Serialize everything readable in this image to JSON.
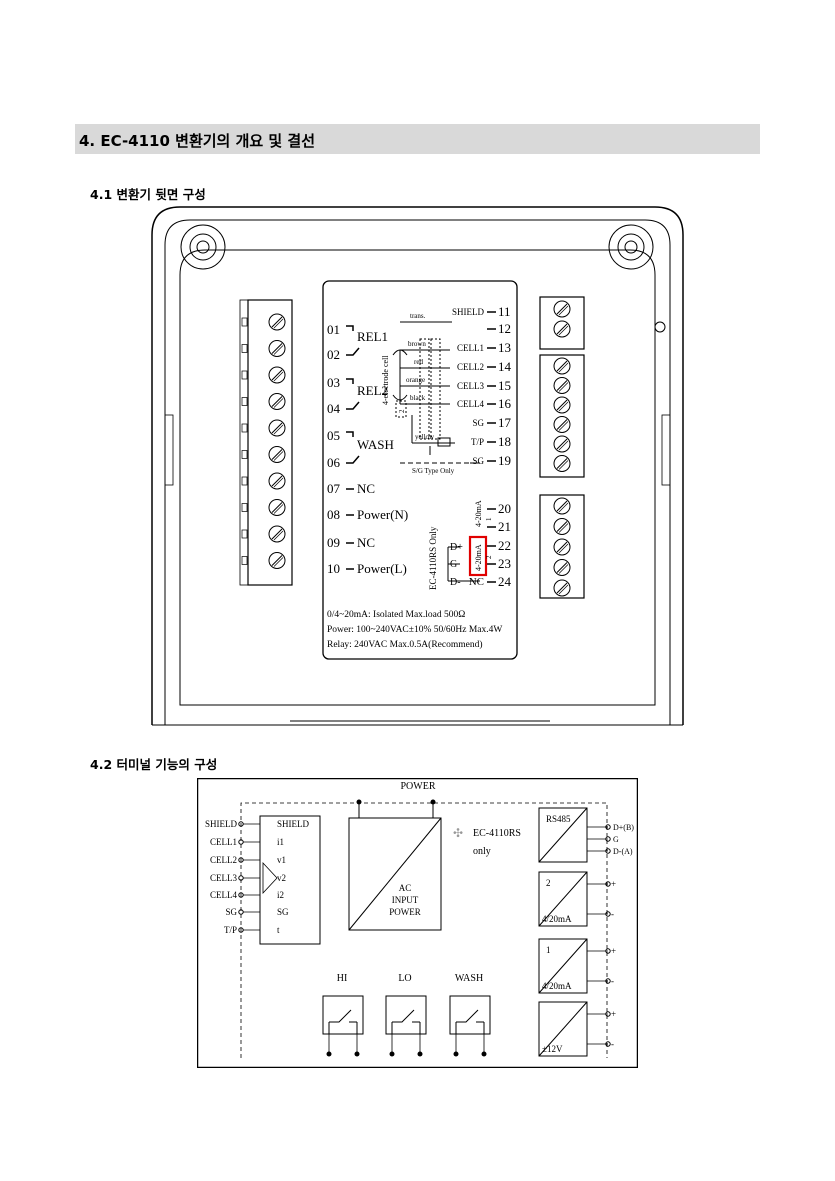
{
  "section": {
    "title": "4. EC-4110 변환기의 개요 및 결선"
  },
  "sub1": {
    "title": "4.1 변환기 뒷면 구성"
  },
  "sub2": {
    "title": "4.2 터미널 기능의 구성"
  },
  "rear_panel": {
    "left_terminals": [
      {
        "num": "01",
        "label": ""
      },
      {
        "num": "02",
        "label": "REL1"
      },
      {
        "num": "03",
        "label": ""
      },
      {
        "num": "04",
        "label": "REL2"
      },
      {
        "num": "05",
        "label": ""
      },
      {
        "num": "06",
        "label": "WASH"
      },
      {
        "num": "07",
        "label": "NC"
      },
      {
        "num": "08",
        "label": "Power(N)"
      },
      {
        "num": "09",
        "label": "NC"
      },
      {
        "num": "10",
        "label": "Power(L)"
      }
    ],
    "right_terminals": [
      {
        "num": "11",
        "label": "SHIELD"
      },
      {
        "num": "12",
        "label": ""
      },
      {
        "num": "13",
        "label": "CELL1"
      },
      {
        "num": "14",
        "label": "CELL2"
      },
      {
        "num": "15",
        "label": "CELL3"
      },
      {
        "num": "16",
        "label": "CELL4"
      },
      {
        "num": "17",
        "label": "SG"
      },
      {
        "num": "18",
        "label": "T/P"
      },
      {
        "num": "19",
        "label": "SG"
      },
      {
        "num": "20",
        "label": ""
      },
      {
        "num": "21",
        "label": ""
      },
      {
        "num": "22",
        "label": ""
      },
      {
        "num": "23",
        "label": ""
      },
      {
        "num": "24",
        "label": "NC"
      }
    ],
    "wire_labels": {
      "trans": "trans.",
      "brown": "brown",
      "red": "red",
      "orange": "orange",
      "black": "black",
      "yellow": "yellow",
      "electrode": "4-electrode cell",
      "two": "2",
      "sg_type": "S/G Type Only",
      "rs_only": "EC-4110RS Only",
      "d_plus": "D+",
      "g": "G",
      "d_minus": "D-",
      "ma_top": "4-20mA",
      "ma_boxed": "4-20mA",
      "one": "1",
      "two_b": "2"
    },
    "notes": [
      "0/4~20mA: Isolated Max.load 500Ω",
      "Power: 100~240VAC±10% 50/60Hz Max.4W",
      "Relay: 240VAC Max.0.5A(Recommend)"
    ]
  },
  "block_diagram": {
    "power_label": "POWER",
    "inputs": [
      "SHIELD",
      "CELL1",
      "CELL2",
      "CELL3",
      "CELL4",
      "SG",
      "T/P"
    ],
    "input_block": [
      "SHIELD",
      "i1",
      "v1",
      "v2",
      "i2",
      "SG",
      "t"
    ],
    "ac_block": [
      "AC",
      "INPUT",
      "POWER"
    ],
    "rs_note": [
      "EC-4110RS",
      "only"
    ],
    "rs485": {
      "title": "RS485",
      "outs": [
        "D+(B)",
        "G",
        "D-(A)"
      ]
    },
    "analog_out2": {
      "num": "2",
      "label": "4/20mA"
    },
    "analog_out1": {
      "num": "1",
      "label": "4/20mA"
    },
    "dc_out": {
      "label": "±12V"
    },
    "relays": [
      "HI",
      "LO",
      "WASH"
    ],
    "plus": "+",
    "minus": "-",
    "cross": "✣"
  }
}
